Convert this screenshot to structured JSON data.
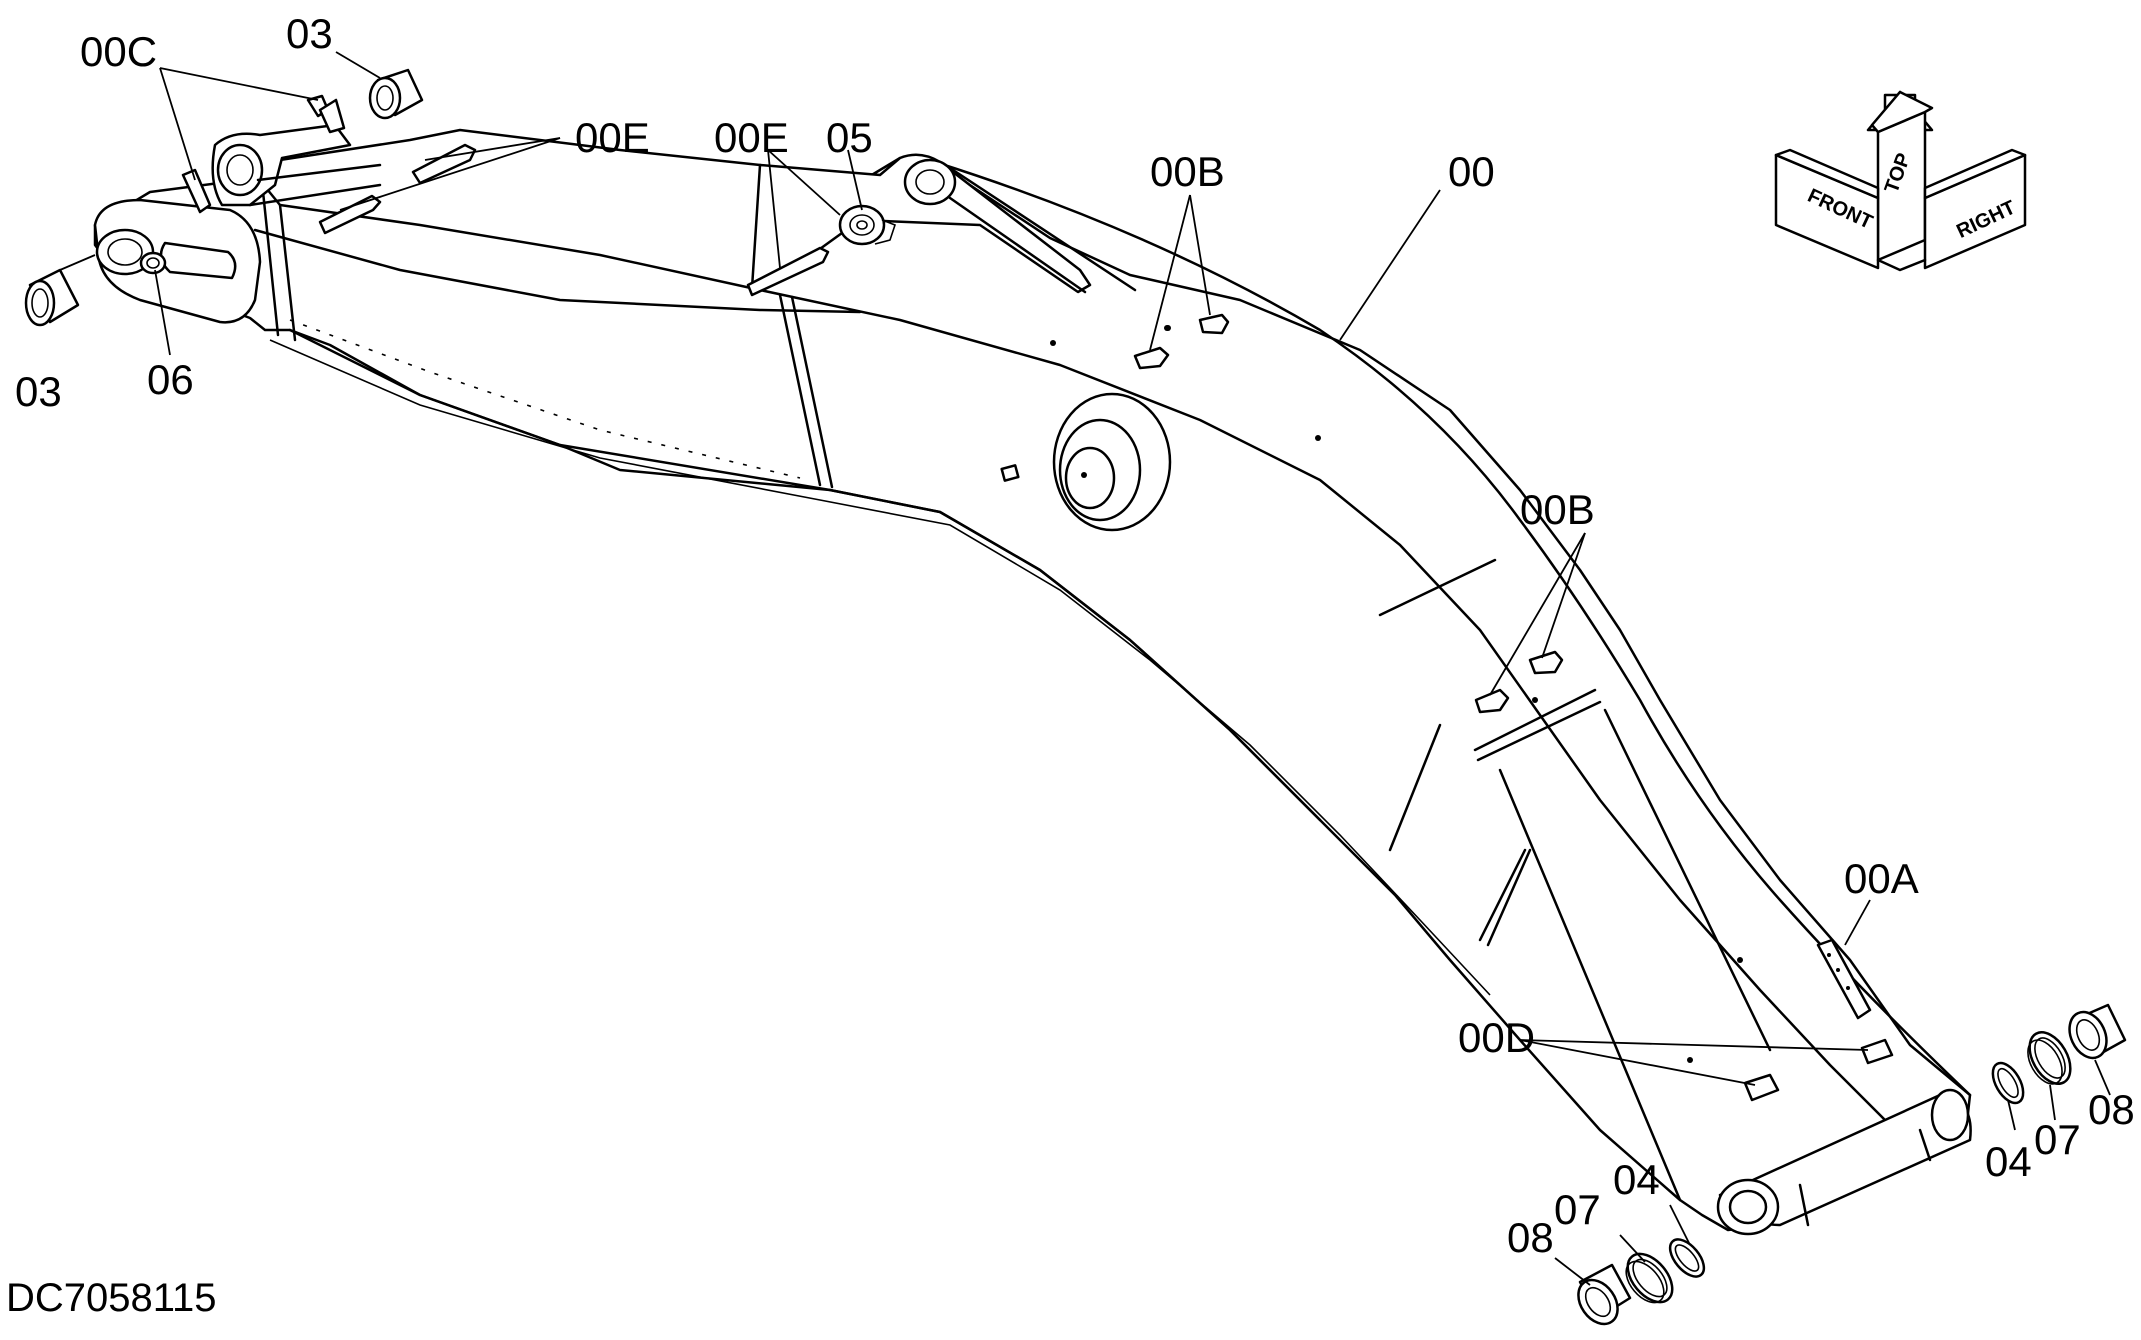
{
  "drawing_id": "DC7058115",
  "callouts": {
    "c_00C": "00C",
    "c_03_top": "03",
    "c_00E_a": "00E",
    "c_00E_b": "00E",
    "c_05": "05",
    "c_00B_top": "00B",
    "c_00": "00",
    "c_03_left": "03",
    "c_06": "06",
    "c_00B_mid": "00B",
    "c_00A": "00A",
    "c_00D": "00D",
    "c_04_bottom": "04",
    "c_07_bottom": "07",
    "c_08_bottom": "08",
    "c_04_right": "04",
    "c_07_right": "07",
    "c_08_right": "08"
  },
  "orientation": {
    "top": "TOP",
    "front": "FRONT",
    "right": "RIGHT"
  }
}
